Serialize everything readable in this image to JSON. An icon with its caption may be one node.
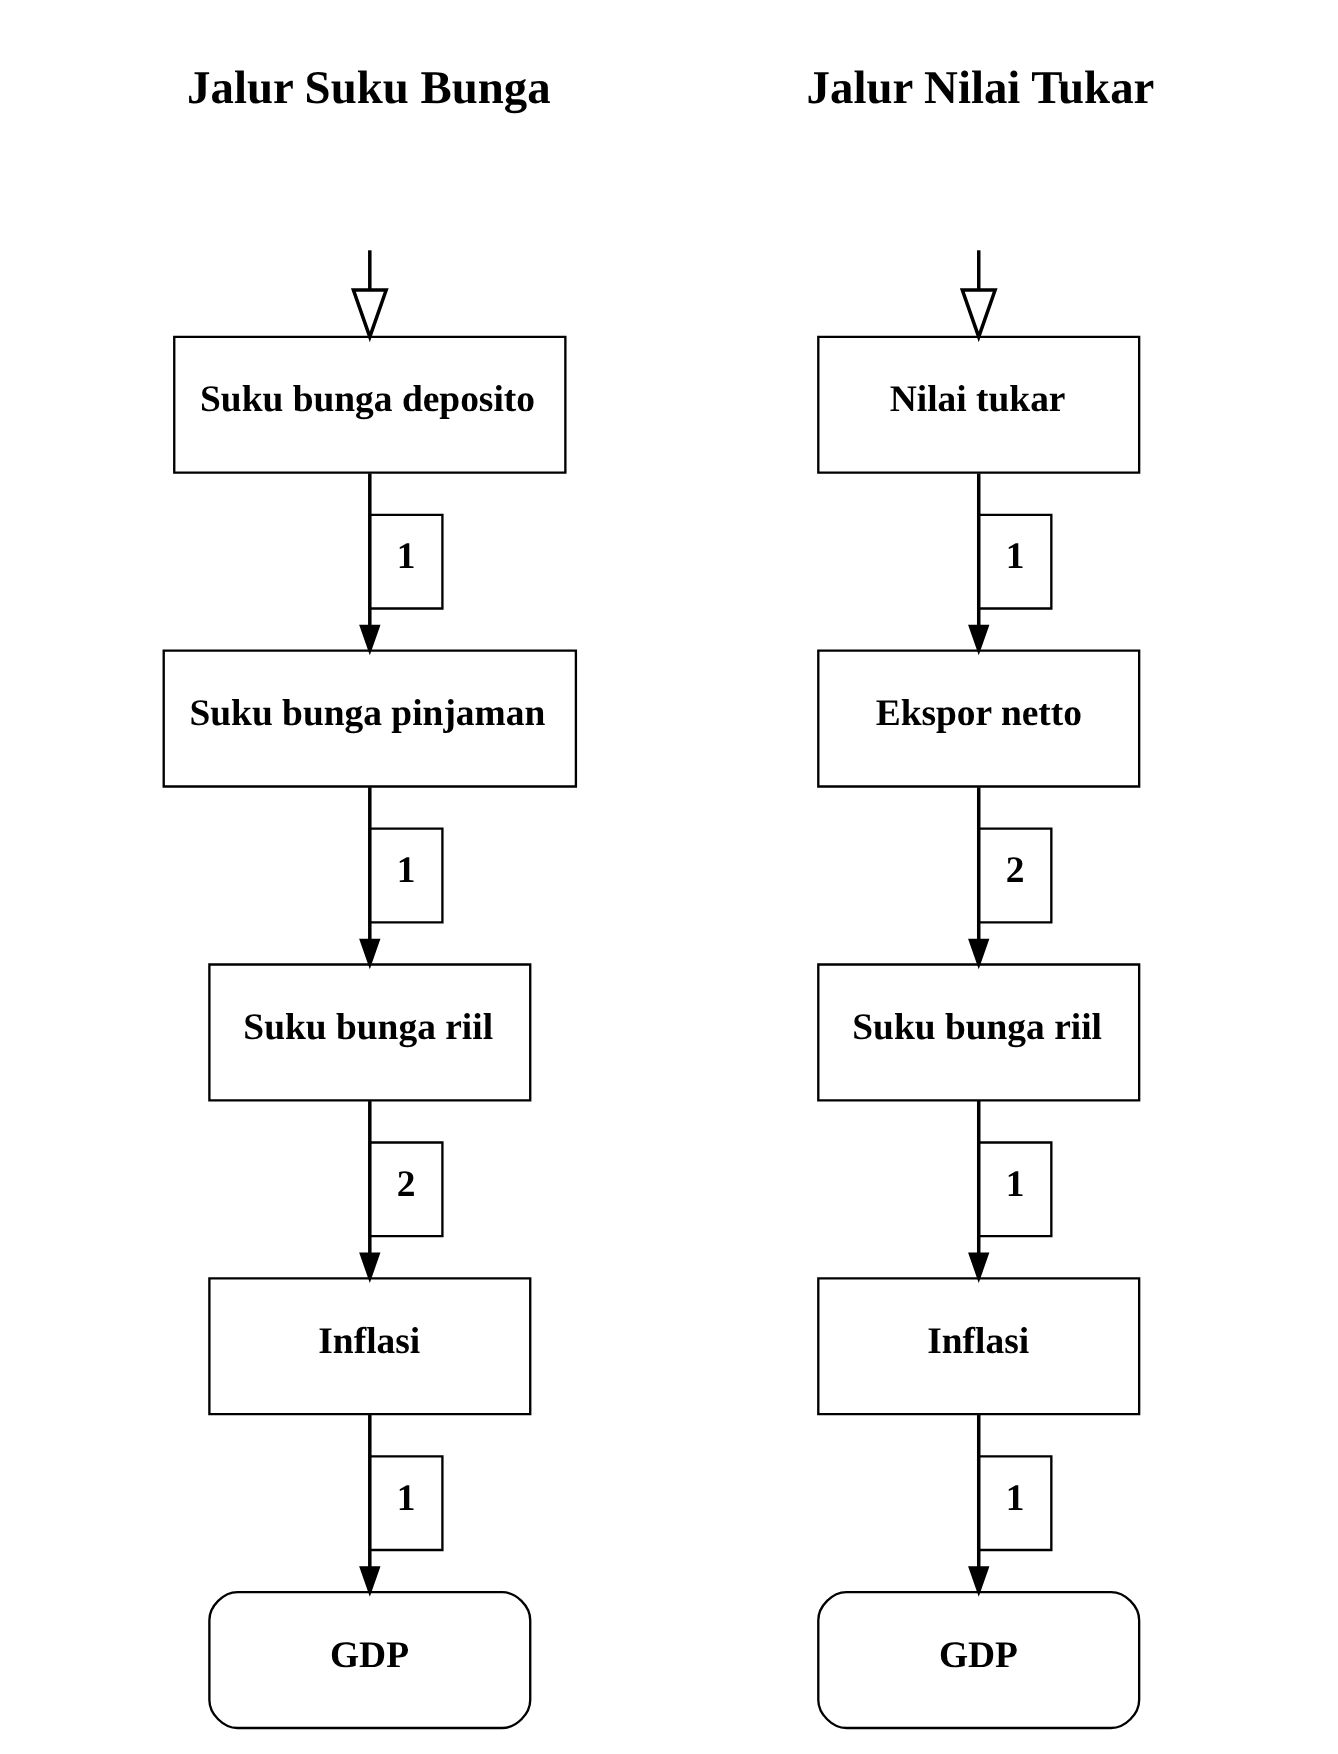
{
  "diagram": {
    "nodes": [
      {
        "text": [
          "Suku bunga deposito"
        ]
      },
      {
        "text": [
          "Suku bunga pinjaman"
        ]
      },
      {
        "text": [
          "Suku bunga riil"
        ]
      },
      {
        "text": [
          "Inflasi"
        ]
      },
      {
        "text": [
          "GDP"
        ]
      },
      {
        "text": [
          "Nilai tukar"
        ]
      },
      {
        "text": [
          "Ekspor netto"
        ]
      },
      {
        "text": [
          "Suku bunga riil"
        ]
      },
      {
        "text": [
          "Inflasi"
        ]
      },
      {
        "text": [
          "GDP"
        ]
      }
    ],
    "edges": [
      {
        "from": null,
        "to": 0,
        "arrow": "to"
      },
      {
        "from": 0,
        "to": 1,
        "arrow": "to",
        "label": "1"
      },
      {
        "from": 1,
        "to": 2,
        "arrow": "to",
        "label": "1"
      },
      {
        "from": 2,
        "to": 3,
        "arrow": "to",
        "label": "2"
      },
      {
        "from": 3,
        "to": 4,
        "arrow": "to",
        "label": "1"
      },
      {
        "from": null,
        "to": 5,
        "arrow": "to"
      },
      {
        "from": 5,
        "to": 6,
        "arrow": "to",
        "label": "1"
      },
      {
        "from": 6,
        "to": 7,
        "arrow": "to",
        "label": "2"
      },
      {
        "from": 7,
        "to": 8,
        "arrow": "to",
        "label": "1"
      },
      {
        "from": 8,
        "to": 9,
        "arrow": "to",
        "label": "1"
      }
    ],
    "labels": [
      "Jalur Suku Bunga",
      "Jalur Nilai Tukar"
    ]
  }
}
